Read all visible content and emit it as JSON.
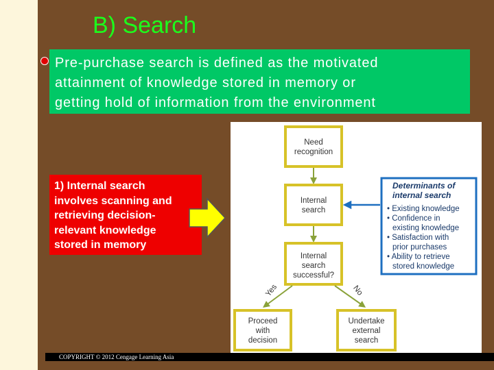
{
  "slide": {
    "title": "B) Search",
    "bullet": {
      "line1": "Pre-purchase search is defined as the motivated",
      "line2": "attainment of knowledge stored in memory or",
      "line3": "getting hold of information from the environment"
    },
    "internal_search": {
      "line1": "1)   Internal search",
      "line2": "involves scanning and",
      "line3": "retrieving decision-",
      "line4": "relevant knowledge",
      "line5": "stored in memory"
    },
    "footer": "COPYRIGHT © 2012 Cengage Learning Asia",
    "colors": {
      "background": "#754c28",
      "title": "#1cff1c",
      "bullet_box": "#00c866",
      "red_box": "#ee0000",
      "arrow": "#ffff00",
      "diagram_box_border": "#d7c228",
      "diagram_arrow": "#8aa23a",
      "determinants_border": "#1e6fc0"
    }
  },
  "diagram": {
    "need_recognition": {
      "line1": "Need",
      "line2": "recognition"
    },
    "internal_search": {
      "line1": "Internal",
      "line2": "search"
    },
    "question": {
      "line1": "Internal",
      "line2": "search",
      "line3": "successful?"
    },
    "yes": "Yes",
    "no": "No",
    "proceed": {
      "line1": "Proceed",
      "line2": "with",
      "line3": "decision"
    },
    "external": {
      "line1": "Undertake",
      "line2": "external",
      "line3": "search"
    },
    "determinants": {
      "title1": "Determinants of",
      "title2": "internal search",
      "item1": "• Existing knowledge",
      "item2": "• Confidence in",
      "item2b": "existing knowledge",
      "item3": "• Satisfaction with",
      "item3b": "prior purchases",
      "item4": "• Ability to retrieve",
      "item4b": "stored knowledge"
    }
  }
}
